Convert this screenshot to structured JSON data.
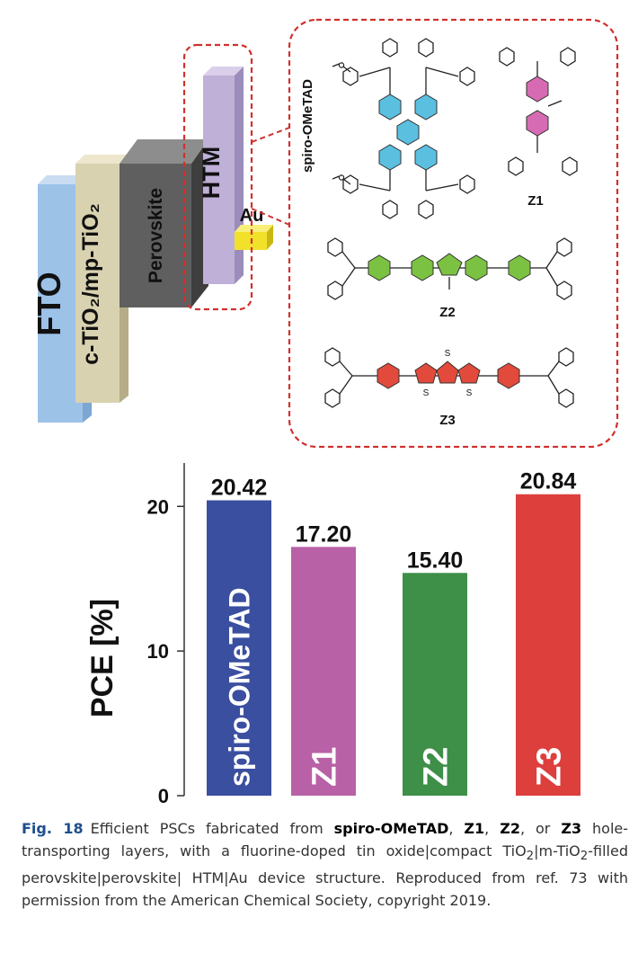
{
  "device": {
    "layers": [
      "FTO",
      "c-TiO₂/mp-TiO₂",
      "Perovskite",
      "HTM"
    ],
    "electrode": "Au",
    "molecules": [
      "spiro-OMeTAD",
      "Z1",
      "Z2",
      "Z3"
    ],
    "fused_ring_atom": "S",
    "colors": {
      "fto": "#9cc2e8",
      "tio2": "#d9d2b0",
      "perovskite": "#5f5f5f",
      "htm": "#bfb0d8",
      "au": "#f2e12b",
      "box": "#d0312d",
      "spiro_core": "#5bbfe0",
      "z1_core": "#d76bb3",
      "z2_core": "#7cc242",
      "z3_core": "#e24a3b"
    }
  },
  "chart_data": {
    "type": "bar",
    "categories": [
      "spiro-OMeTAD",
      "Z1",
      "Z2",
      "Z3"
    ],
    "values": [
      20.42,
      17.2,
      15.4,
      20.84
    ],
    "value_labels": [
      "20.42",
      "17.20",
      "15.40",
      "20.84"
    ],
    "colors": [
      "#3a4fa0",
      "#b861a6",
      "#3e8f47",
      "#dd3f3c"
    ],
    "ylabel": "PCE [%]",
    "xlabel": "",
    "title": "",
    "ylim": [
      0,
      23
    ],
    "yticks": [
      0,
      10,
      20
    ],
    "ytick_labels": [
      "0",
      "10",
      "20"
    ],
    "grid": false,
    "legend": "none"
  },
  "caption": {
    "label": "Fig. 18",
    "t1": "Efficient PSCs fabricated from ",
    "m1": "spiro-OMeTAD",
    "s1": ", ",
    "m2": "Z1",
    "s2": ", ",
    "m3": "Z2",
    "s3": ", or ",
    "m4": "Z3",
    "t2": " hole-transporting layers, with a fluorine-doped tin oxide|compact TiO",
    "sub1": "2",
    "t3": "|m-TiO",
    "sub2": "2",
    "t4": "-filled perovskite|perovskite| HTM|Au device structure. Reproduced from ref. 73 with permission from the American Chemical Society, copyright 2019."
  }
}
